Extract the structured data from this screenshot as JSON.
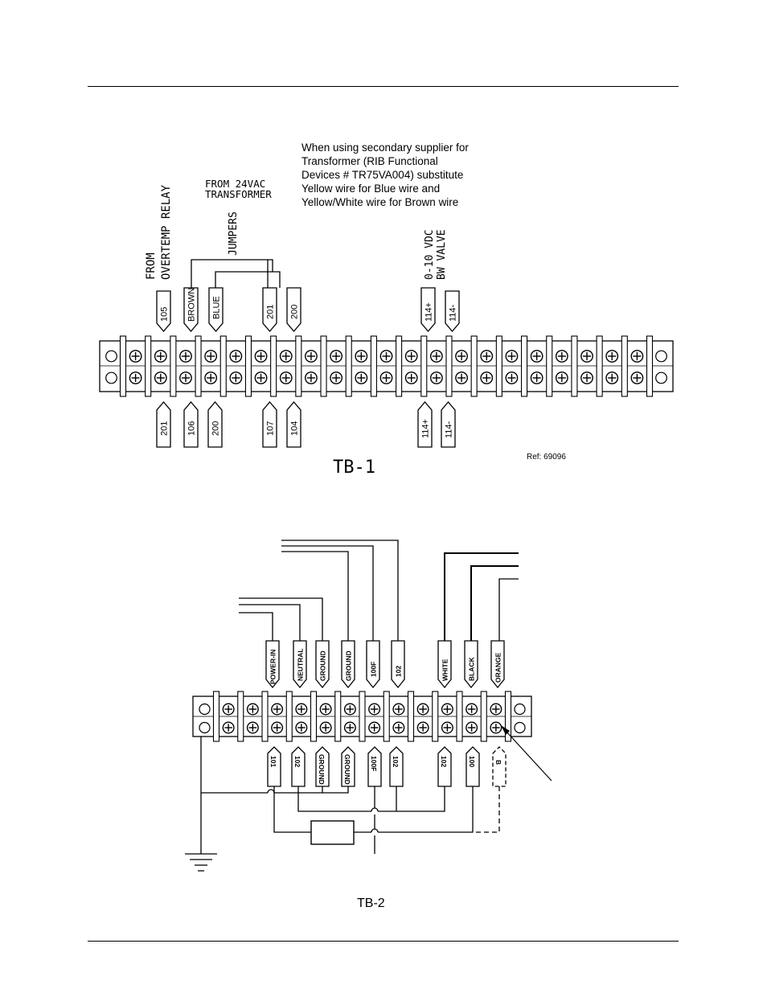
{
  "tb1": {
    "note_lines": [
      "When using secondary supplier for",
      "Transformer (RIB Functional",
      "Devices # TR75VA004) substitute",
      "Yellow wire for Blue wire and",
      "Yellow/White wire for Brown wire"
    ],
    "from_relay_line1": "FROM",
    "from_relay_line2": "OVERTEMP RELAY",
    "from_xfmr_line1": "FROM 24VAC",
    "from_xfmr_line2": "TRANSFORMER",
    "jumpers": "JUMPERS",
    "bw_line1": "0-10 VDC",
    "bw_line2": "BW VALVE",
    "top_tags": [
      "105",
      "BROWN",
      "BLUE",
      "201",
      "200",
      "114+",
      "114-"
    ],
    "bottom_tags": [
      "201",
      "106",
      "200",
      "107",
      "104",
      "114+",
      "114-"
    ],
    "title": "TB-1",
    "ref": "Ref:  69096"
  },
  "tb2": {
    "top_tags": [
      "POWER-IN",
      "NEUTRAL",
      "GROUND",
      "GROUND",
      "100F",
      "102",
      "WHITE",
      "BLACK",
      "ORANGE"
    ],
    "bottom_tags": [
      "101",
      "102",
      "GROUND",
      "GROUND",
      "100F",
      "102",
      "102",
      "100",
      "B"
    ],
    "title": "TB-2"
  }
}
